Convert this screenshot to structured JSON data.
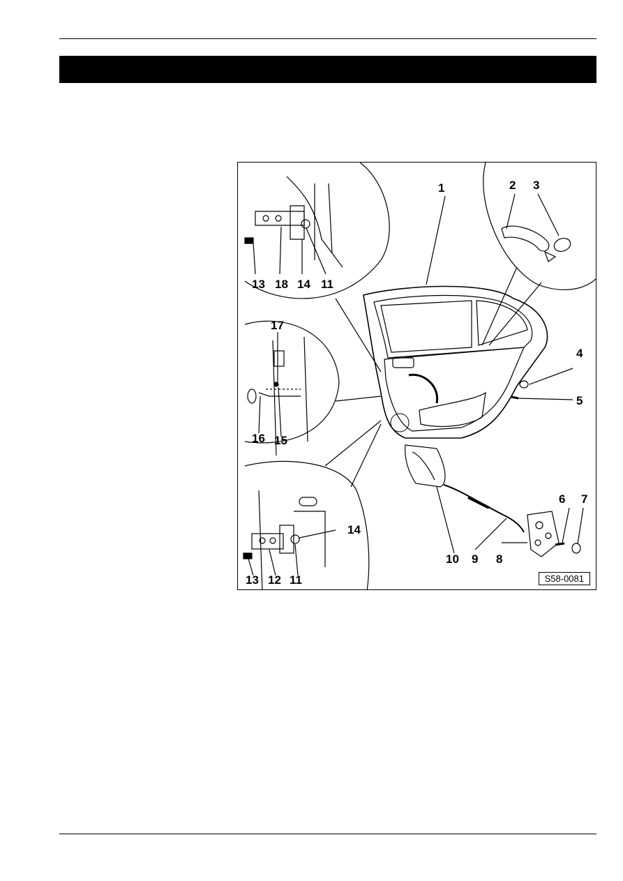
{
  "figure": {
    "code": "S58-0081",
    "callouts": [
      {
        "id": "c1",
        "text": "1"
      },
      {
        "id": "c2",
        "text": "2"
      },
      {
        "id": "c3",
        "text": "3"
      },
      {
        "id": "c4",
        "text": "4"
      },
      {
        "id": "c5",
        "text": "5"
      },
      {
        "id": "c6",
        "text": "6"
      },
      {
        "id": "c7",
        "text": "7"
      },
      {
        "id": "c8",
        "text": "8"
      },
      {
        "id": "c9",
        "text": "9"
      },
      {
        "id": "c10",
        "text": "10"
      },
      {
        "id": "c13a",
        "text": "13"
      },
      {
        "id": "c18",
        "text": "18"
      },
      {
        "id": "c14a",
        "text": "14"
      },
      {
        "id": "c11a",
        "text": "11"
      },
      {
        "id": "c17",
        "text": "17"
      },
      {
        "id": "c16",
        "text": "16"
      },
      {
        "id": "c15",
        "text": "15"
      },
      {
        "id": "c14b",
        "text": "14"
      },
      {
        "id": "c13b",
        "text": "13"
      },
      {
        "id": "c12",
        "text": "12"
      },
      {
        "id": "c11b",
        "text": "11"
      }
    ]
  }
}
